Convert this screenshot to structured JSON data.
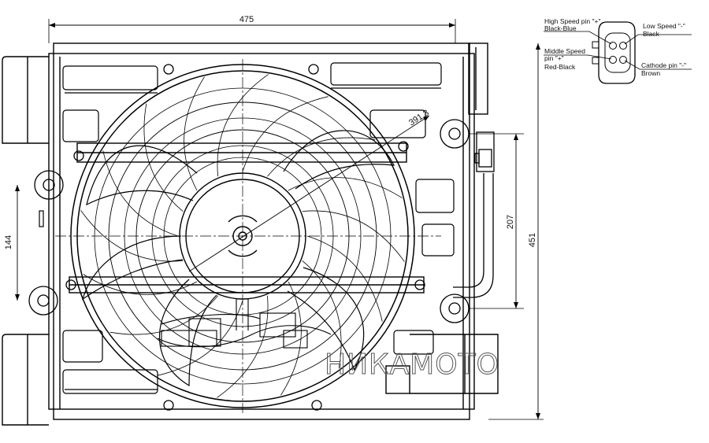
{
  "dimensions": {
    "width": "475",
    "height": "451",
    "mount_vertical": "144",
    "right_vertical": "207",
    "fan_diameter": "391.3"
  },
  "connector": {
    "high_speed_line1": "High Speed pin \"+\"",
    "high_speed_line2": "Black-Blue",
    "middle_speed_line1": "Middle Speed",
    "middle_speed_line2": "pin \"+\"",
    "middle_speed_line3": "Red-Black",
    "low_speed_line1": "Low Speed \"-\"",
    "low_speed_line2": "Black",
    "cathode_line1": "Cathode pin \"-\"",
    "cathode_line2": "Brown"
  },
  "watermark": "НИКАМОТО"
}
